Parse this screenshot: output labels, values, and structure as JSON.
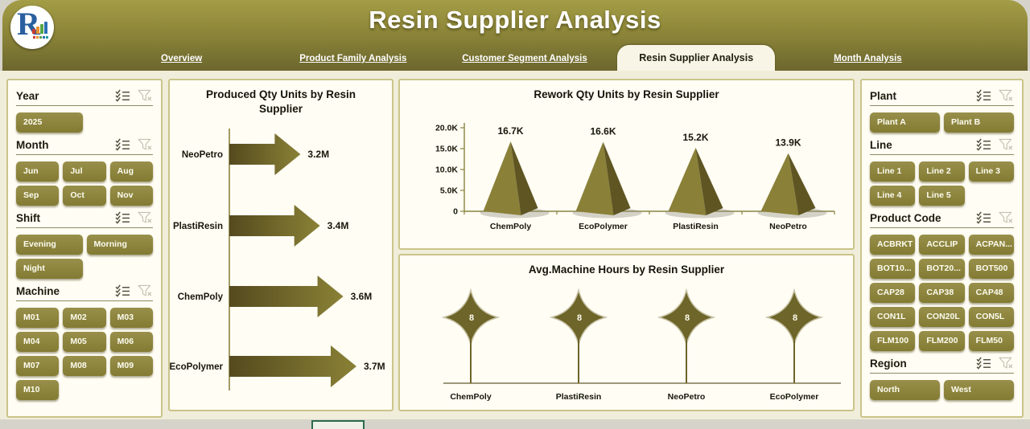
{
  "colors": {
    "header_top": "#a49d46",
    "header_bottom": "#6c662e",
    "accent_olive": "#8f873c",
    "panel_bg": "#fffdf4",
    "panel_border": "#cbc48a",
    "page_bg": "#f0edda",
    "chrome_gray": "#d6d3cb",
    "arrow_gradient": [
      "#544a1e",
      "#8a8136"
    ],
    "pyramid_front": "#8a8038",
    "pyramid_side": "#5e5523",
    "star_fill": "#6d6529",
    "footer_tab_border": "#2a6b4d"
  },
  "header": {
    "title": "Resin Supplier Analysis",
    "logo_letter": "R",
    "tabs": [
      {
        "label": "Overview",
        "active": false
      },
      {
        "label": "Product Family Analysis",
        "active": false
      },
      {
        "label": "Customer Segment Analysis",
        "active": false
      },
      {
        "label": "Resin Supplier Analysis",
        "active": true
      },
      {
        "label": "Month Analysis",
        "active": false
      }
    ]
  },
  "slicer_icons": [
    "multi-select",
    "clear-filter"
  ],
  "filters_left": [
    {
      "title": "Year",
      "cols": 2,
      "items": [
        "2025"
      ]
    },
    {
      "title": "Month",
      "cols": 3,
      "items": [
        "Jun",
        "Jul",
        "Aug",
        "Sep",
        "Oct",
        "Nov"
      ]
    },
    {
      "title": "Shift",
      "cols": 2,
      "items": [
        "Evening",
        "Morning",
        "Night"
      ]
    },
    {
      "title": "Machine",
      "cols": 3,
      "items": [
        "M01",
        "M02",
        "M03",
        "M04",
        "M05",
        "M06",
        "M07",
        "M08",
        "M09",
        "M10"
      ]
    }
  ],
  "filters_right": [
    {
      "title": "Plant",
      "cols": 2,
      "items": [
        "Plant A",
        "Plant B"
      ]
    },
    {
      "title": "Line",
      "cols": 3,
      "items": [
        "Line 1",
        "Line 2",
        "Line 3",
        "Line 4",
        "Line 5"
      ]
    },
    {
      "title": "Product Code",
      "cols": 3,
      "items": [
        "ACBRKT",
        "ACCLIP",
        "ACPAN...",
        "BOT10...",
        "BOT20...",
        "BOT500",
        "CAP28",
        "CAP38",
        "CAP48",
        "CON1L",
        "CON20L",
        "CON5L",
        "FLM100",
        "FLM200",
        "FLM50"
      ]
    },
    {
      "title": "Region",
      "cols": 2,
      "items": [
        "North",
        "West"
      ]
    }
  ],
  "chart_data": [
    {
      "type": "bar",
      "subtype": "arrow",
      "orientation": "horizontal",
      "title": "Produced Qty Units by Resin Supplier",
      "categories": [
        "NeoPetro",
        "PlastiResin",
        "ChemPoly",
        "EcoPolymer"
      ],
      "values": [
        3200000,
        3400000,
        3600000,
        3700000
      ],
      "value_labels": [
        "3.2M",
        "3.4M",
        "3.6M",
        "3.7M"
      ],
      "grid": false,
      "legend": false
    },
    {
      "type": "bar",
      "subtype": "pyramid",
      "title": "Rework Qty Units by Resin Supplier",
      "categories": [
        "ChemPoly",
        "EcoPolymer",
        "PlastiResin",
        "NeoPetro"
      ],
      "values": [
        16700,
        16600,
        15200,
        13900
      ],
      "value_labels": [
        "16.7K",
        "16.6K",
        "15.2K",
        "13.9K"
      ],
      "ylim": [
        0,
        20000
      ],
      "ytick_labels": [
        "20.0K",
        "15.0K",
        "10.0K",
        "5.0K",
        "0"
      ],
      "grid": false,
      "legend": false
    },
    {
      "type": "lollipop",
      "subtype": "star",
      "title": "Avg.Machine Hours by Resin Supplier",
      "categories": [
        "ChemPoly",
        "PlastiResin",
        "NeoPetro",
        "EcoPolymer"
      ],
      "values": [
        8,
        8,
        8,
        8
      ],
      "value_labels": [
        "8",
        "8",
        "8",
        "8"
      ],
      "grid": false,
      "legend": false
    }
  ]
}
